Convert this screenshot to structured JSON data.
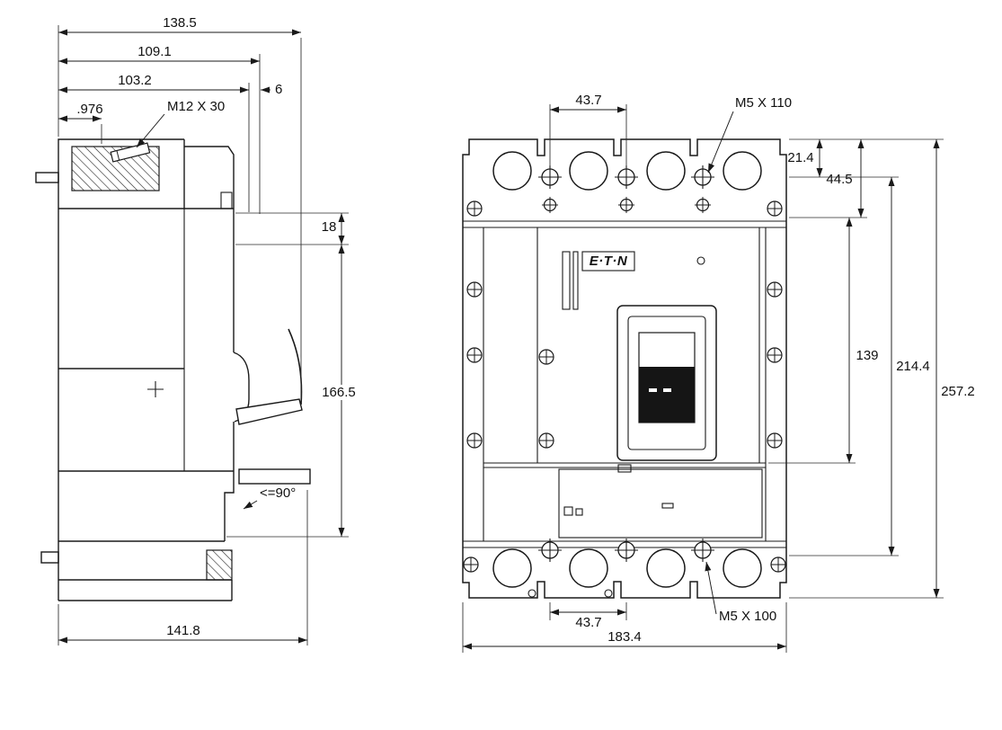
{
  "drawing": {
    "side_view": {
      "dims": {
        "overall_depth": "138.5",
        "depth_to_handle_face": "109.1",
        "depth_to_escutcheon": "103.2",
        "lug_depth": ".976",
        "lug_bolt_callout": "M12 X 30",
        "handle_projection": "6",
        "dim_18": "18",
        "dim_166_5": "166.5",
        "shield_angle": "<=90°",
        "base_depth": "141.8"
      }
    },
    "front_view": {
      "logo": "E·T·N",
      "dims": {
        "top_terminal_pitch": "43.7",
        "top_screw_callout": "M5 X 110",
        "dim_21_4": "21.4",
        "dim_44_5": "44.5",
        "dim_139": "139",
        "dim_214_4": "214.4",
        "overall_height": "257.2",
        "bottom_terminal_pitch": "43.7",
        "bottom_screw_callout": "M5 X 100",
        "overall_width": "183.4"
      }
    }
  }
}
